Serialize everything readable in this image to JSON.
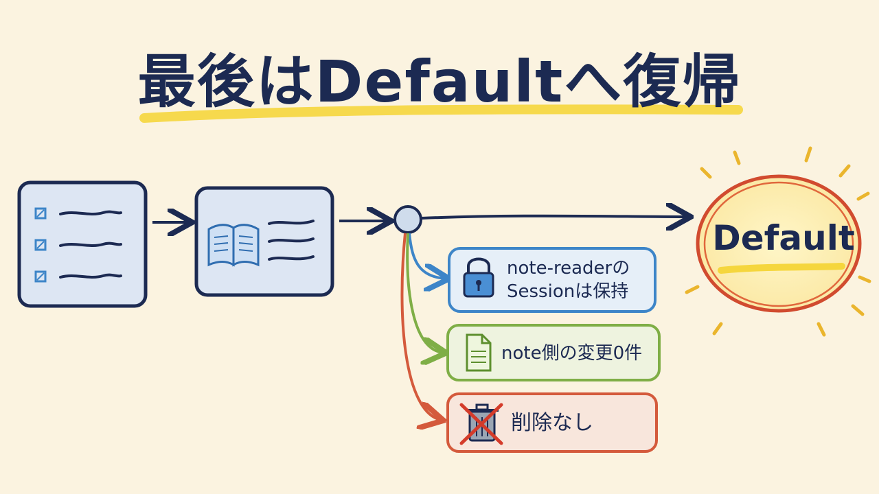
{
  "title": "最後はDefaultへ復帰",
  "target": {
    "label": "Default"
  },
  "outcomes": [
    {
      "line1": "note-readerの",
      "line2": "Sessionは保持",
      "icon": "lock-icon",
      "color": "#3d85c8"
    },
    {
      "line1": "note側の変更0件",
      "icon": "document-icon",
      "color": "#7fae46"
    },
    {
      "line1": "削除なし",
      "icon": "crossed-trash-icon",
      "color": "#d45a3c"
    }
  ],
  "colors": {
    "background": "#fbf3e0",
    "ink": "#1c2a52",
    "highlight": "#f5d63d",
    "target_ring": "#d14b2f"
  }
}
